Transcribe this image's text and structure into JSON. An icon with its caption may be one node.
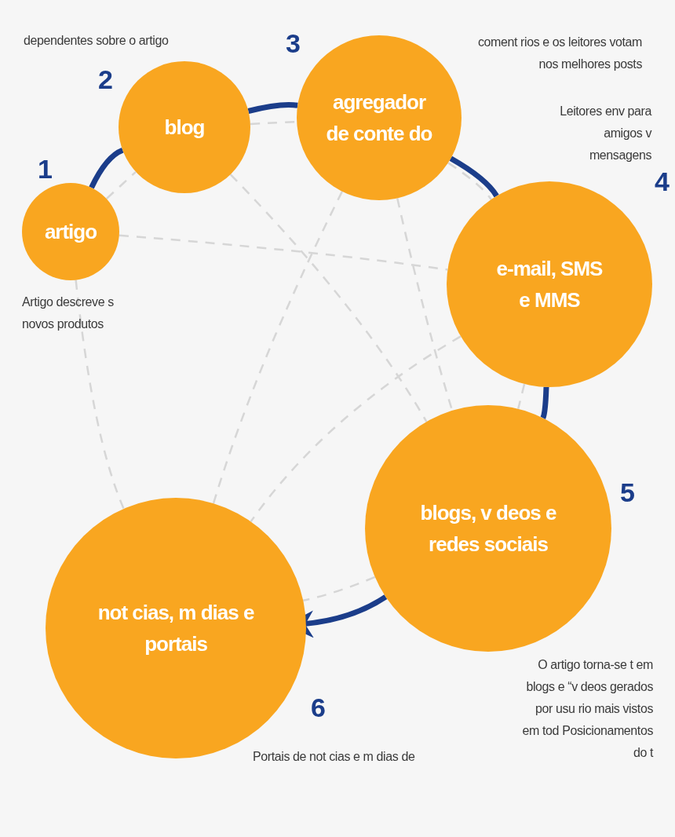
{
  "diagram": {
    "nodes": [
      {
        "text": [
          "artigo"
        ],
        "beside": [
          "1"
        ]
      },
      {
        "text": [
          "blog"
        ],
        "beside": [
          "2"
        ]
      },
      {
        "text": [
          "agregador de conte do"
        ],
        "beside": [
          "3"
        ]
      },
      {
        "text": [
          "e-mail, SMS e MMS"
        ],
        "beside": [
          "4"
        ]
      },
      {
        "text": [
          "blogs, v deos e redes sociais"
        ],
        "beside": [
          "5"
        ]
      },
      {
        "text": [
          "not cias, m dias e portais"
        ],
        "beside": [
          "6"
        ]
      }
    ],
    "edges": [
      {
        "from": 0,
        "to": 1,
        "arrow": "none",
        "style": "thick",
        "color": "#1b3d8a"
      },
      {
        "from": 1,
        "to": 2,
        "arrow": "none",
        "style": "thick",
        "color": "#1b3d8a"
      },
      {
        "from": 2,
        "to": 3,
        "arrow": "none",
        "style": "thick",
        "color": "#1b3d8a"
      },
      {
        "from": 3,
        "to": 4,
        "arrow": "none",
        "style": "thick",
        "color": "#1b3d8a"
      },
      {
        "from": 4,
        "to": 5,
        "arrow": "to",
        "style": "thick",
        "color": "#1b3d8a"
      },
      {
        "from": 0,
        "to": 1,
        "arrow": "none",
        "style": "dashed"
      },
      {
        "from": 1,
        "to": 2,
        "arrow": "none",
        "style": "dashed"
      },
      {
        "from": 0,
        "to": 3,
        "arrow": "none",
        "style": "dashed"
      },
      {
        "from": 0,
        "to": 5,
        "arrow": "none",
        "style": "dashed"
      },
      {
        "from": 1,
        "to": 4,
        "arrow": "none",
        "style": "dashed"
      },
      {
        "from": 2,
        "to": 5,
        "arrow": "none",
        "style": "dashed"
      },
      {
        "from": 2,
        "to": 4,
        "arrow": "none",
        "style": "dashed"
      },
      {
        "from": 2,
        "to": 3,
        "arrow": "none",
        "style": "dashed"
      },
      {
        "from": 3,
        "to": 5,
        "arrow": "none",
        "style": "dashed"
      },
      {
        "from": 3,
        "to": 4,
        "arrow": "none",
        "style": "dashed"
      },
      {
        "from": 4,
        "to": 5,
        "arrow": "none",
        "style": "dashed"
      }
    ],
    "labels": [
      "dependentes sobre o artigo",
      "coment rios e os leitores votam nos melhores posts",
      "Leitores env para amigos v mensagens",
      "Artigo descreve s novos produtos",
      "O artigo torna-se t em blogs e “v deos gerados por usu rio mais vistos em tod Posicionamentos do t",
      "Portais de not cias e m dias de"
    ]
  }
}
